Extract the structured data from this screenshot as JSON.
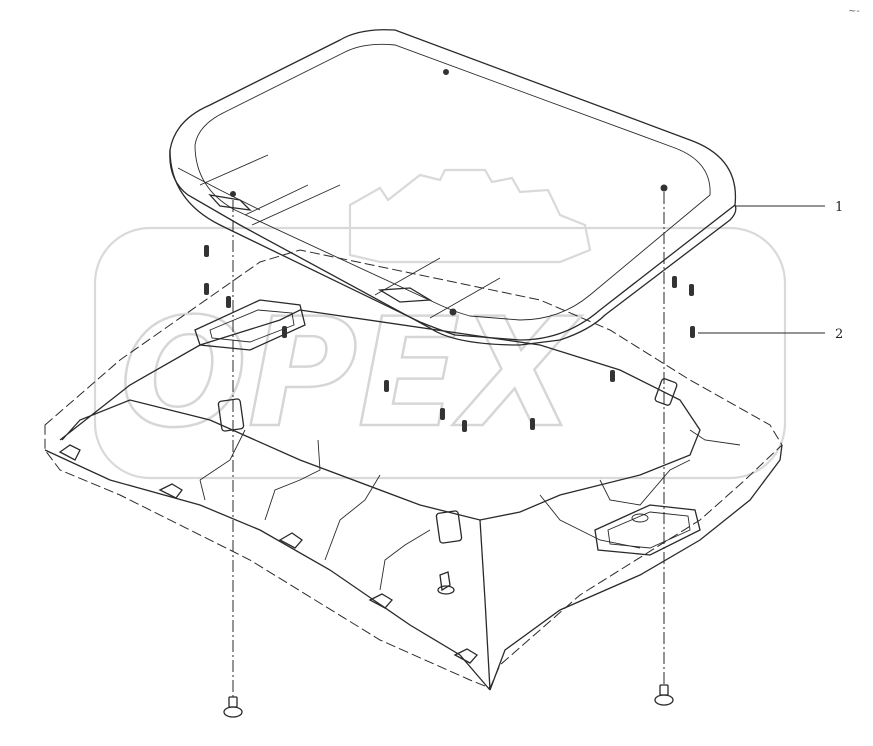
{
  "diagram": {
    "callouts": [
      {
        "label": "1"
      },
      {
        "label": "2"
      }
    ],
    "watermark": {
      "text": "OPEX"
    },
    "corner_mark": "~-"
  }
}
